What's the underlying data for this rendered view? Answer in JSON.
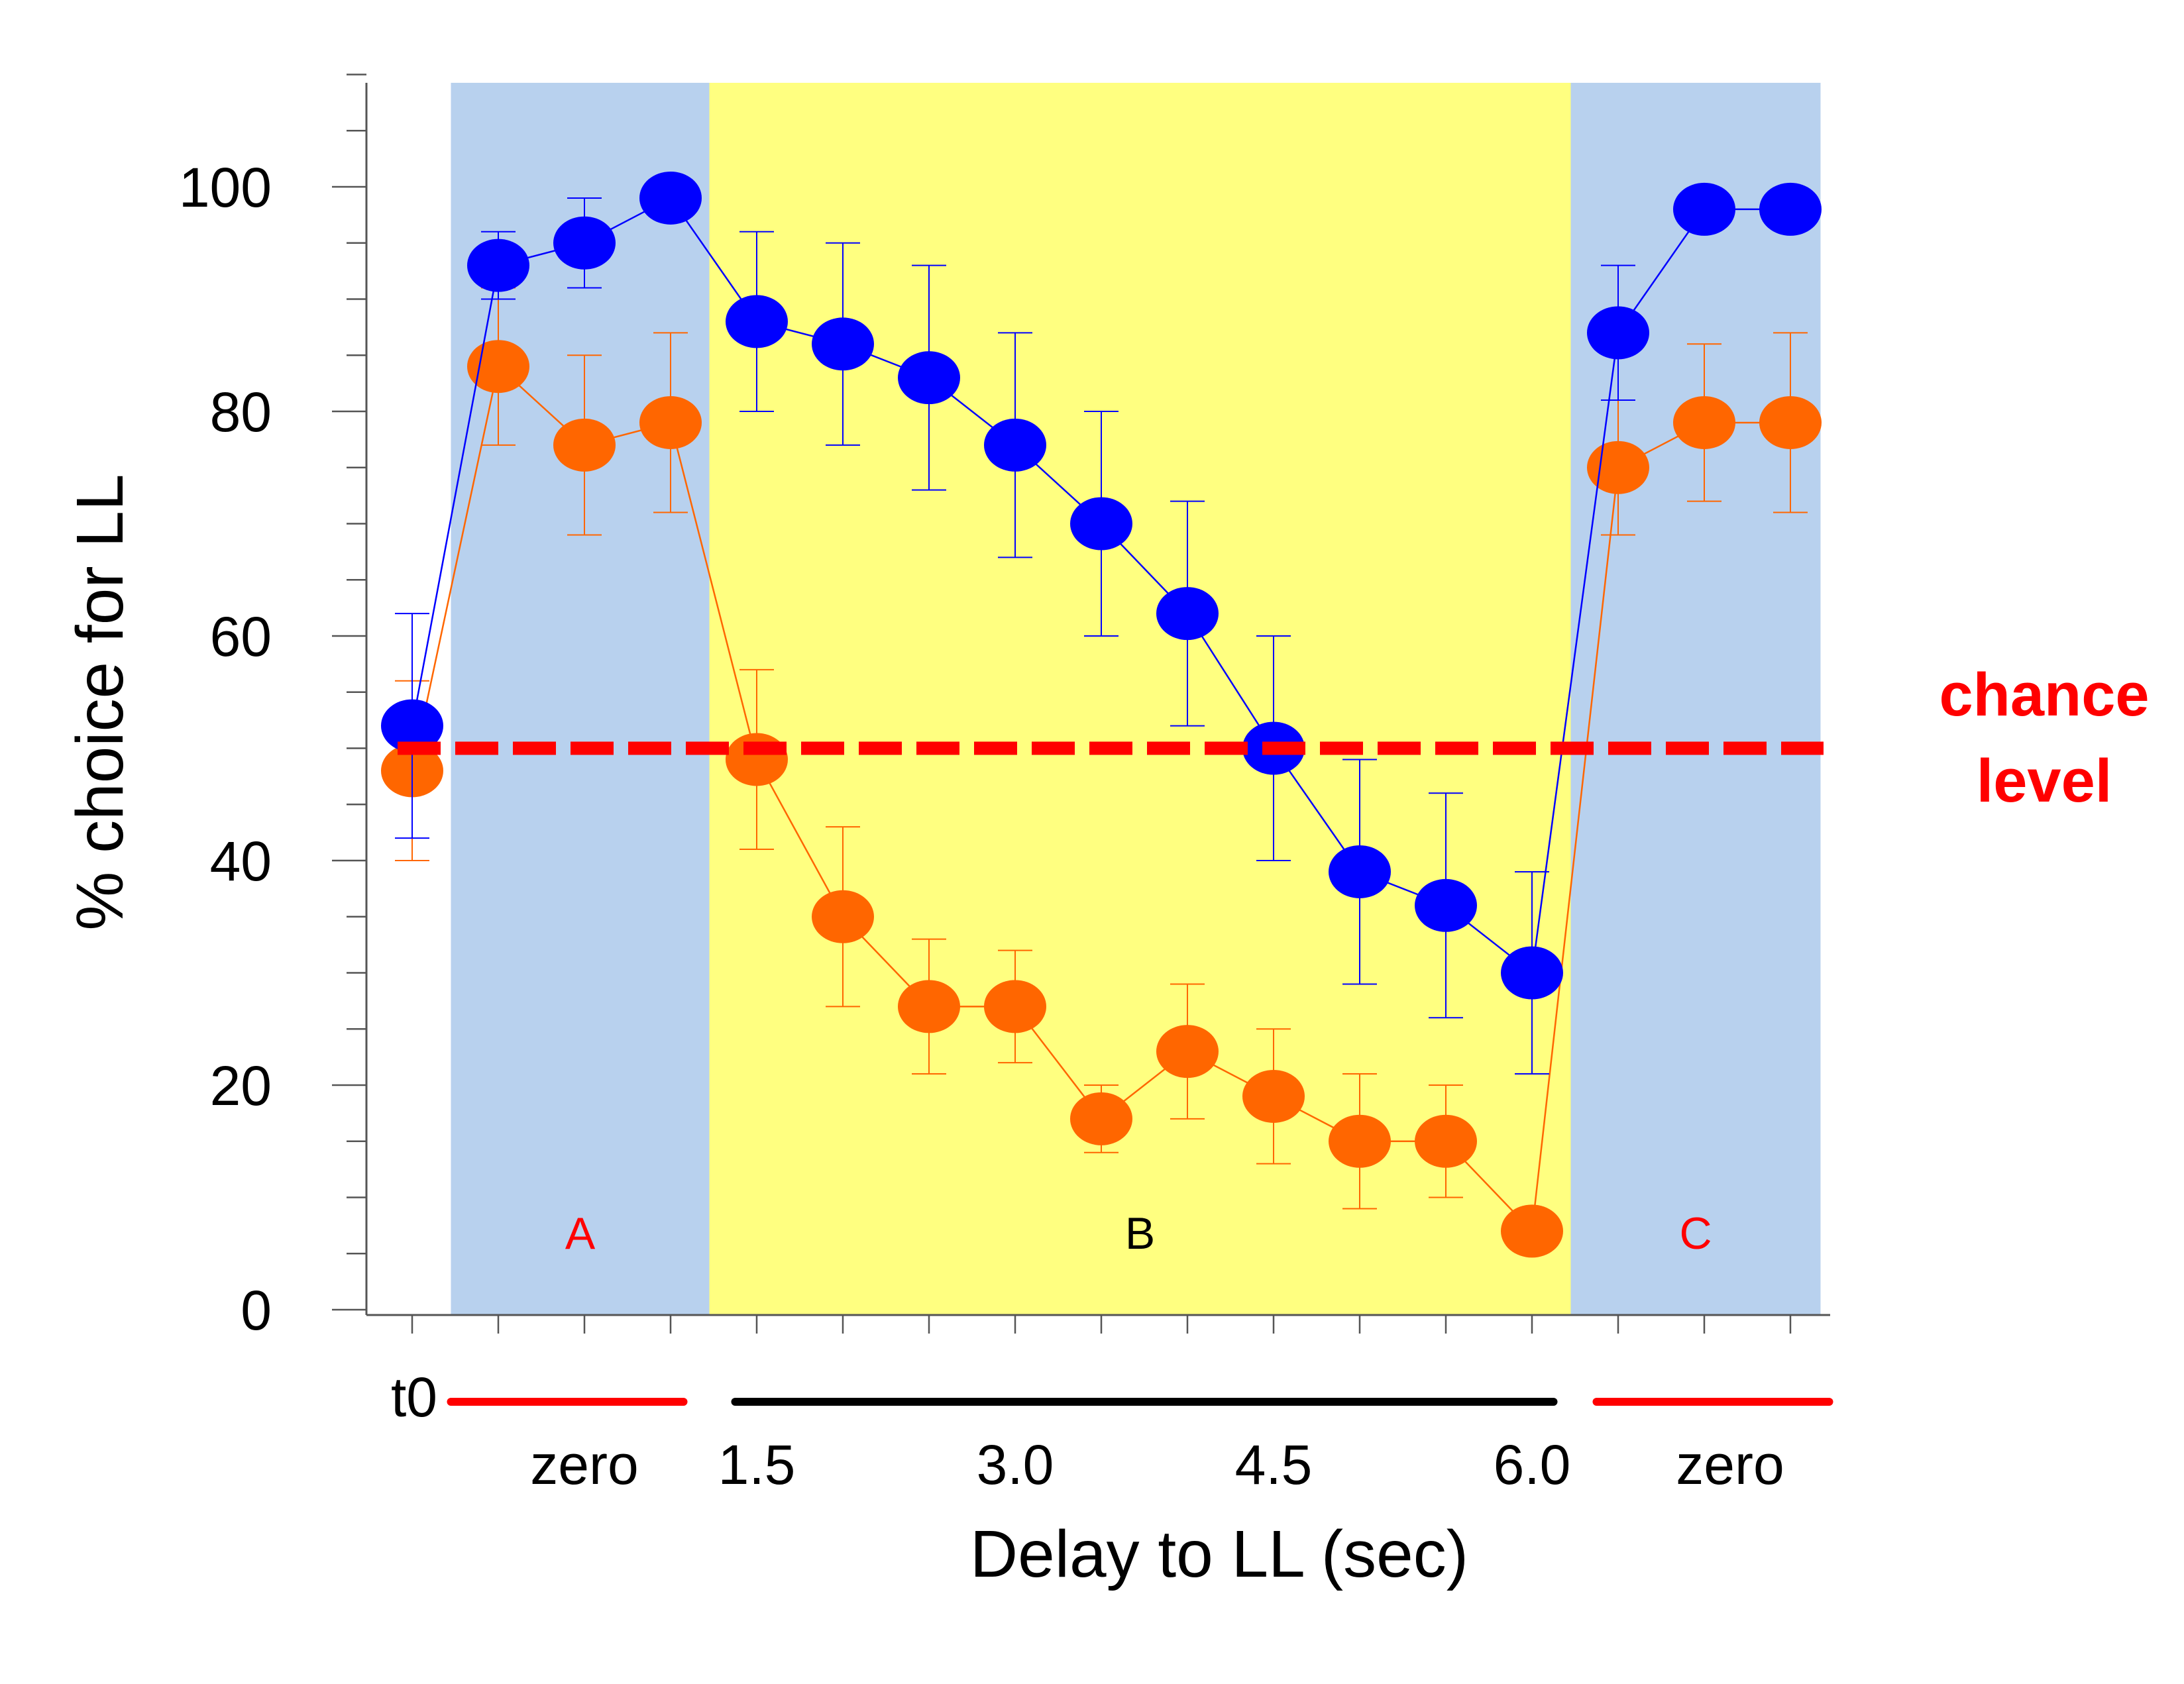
{
  "chart_data": {
    "type": "scatter",
    "xlabel": "Delay to LL (sec)",
    "ylabel": "% choice for LL",
    "ylim": [
      0,
      110
    ],
    "yticks": [
      0,
      20,
      40,
      60,
      80,
      100
    ],
    "x_positions": [
      0,
      1,
      2,
      3,
      4,
      5,
      6,
      7,
      8,
      9,
      10,
      11,
      12,
      13,
      14,
      15,
      16
    ],
    "xtick_labels": [
      {
        "x": 0,
        "label": "t0"
      },
      {
        "x": 2,
        "label": "zero"
      },
      {
        "x": 4,
        "label": "1.5"
      },
      {
        "x": 7,
        "label": "3.0"
      },
      {
        "x": 10,
        "label": "4.5"
      },
      {
        "x": 13,
        "label": "6.0"
      },
      {
        "x": 15.3,
        "label": "zero"
      }
    ],
    "regions": [
      {
        "label": "A",
        "x_start": 0.45,
        "x_end": 3.45,
        "color": "#b8d1ee",
        "label_color": "#ff0000"
      },
      {
        "label": "B",
        "x_start": 3.45,
        "x_end": 13.45,
        "color": "#ffff80",
        "label_color": "#000000"
      },
      {
        "label": "C",
        "x_start": 13.45,
        "x_end": 16.35,
        "color": "#b8d1ee",
        "label_color": "#ff0000"
      }
    ],
    "bars_below_axis": [
      {
        "x_start": 0.45,
        "x_end": 3.15,
        "color": "#ff0000"
      },
      {
        "x_start": 3.75,
        "x_end": 13.25,
        "color": "#000000"
      },
      {
        "x_start": 13.75,
        "x_end": 16.45,
        "color": "#ff0000"
      }
    ],
    "reference_line": {
      "y": 50,
      "label_line1": "chance",
      "label_line2": "level",
      "color": "#ff0000"
    },
    "series": [
      {
        "color": "#0000ff",
        "values": [
          52,
          93,
          95,
          99,
          88,
          86,
          83,
          77,
          70,
          62,
          50,
          39,
          36,
          30,
          87,
          98,
          98
        ],
        "errors": [
          10,
          3,
          4,
          0,
          8,
          9,
          10,
          10,
          10,
          10,
          10,
          10,
          10,
          9,
          6,
          0,
          0
        ]
      },
      {
        "color": "#ff6600",
        "values": [
          48,
          84,
          77,
          79,
          49,
          35,
          27,
          27,
          17,
          23,
          19,
          15,
          15,
          7,
          75,
          79,
          79
        ],
        "errors": [
          8,
          7,
          8,
          8,
          8,
          8,
          6,
          5,
          3,
          6,
          6,
          6,
          5,
          1,
          6,
          7,
          8
        ]
      }
    ]
  }
}
